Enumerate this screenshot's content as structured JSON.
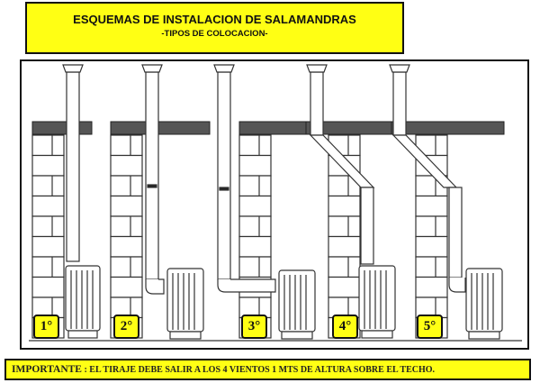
{
  "header": {
    "title": "ESQUEMAS DE INSTALACION DE SALAMANDRAS",
    "subtitle": "-TIPOS DE COLOCACION-"
  },
  "schemes": [
    {
      "label": "1°"
    },
    {
      "label": "2°"
    },
    {
      "label": "3°"
    },
    {
      "label": "4°"
    },
    {
      "label": "5°"
    }
  ],
  "note": {
    "label": "IMPORTANTE",
    "text": " : EL TIRAJE  DEBE SALIR A LOS  4  VIENTOS  1 MTS DE ALTURA  SOBRE EL TECHO."
  },
  "colors": {
    "highlight": "#ffff14",
    "roof": "#555555",
    "line": "#222222"
  }
}
